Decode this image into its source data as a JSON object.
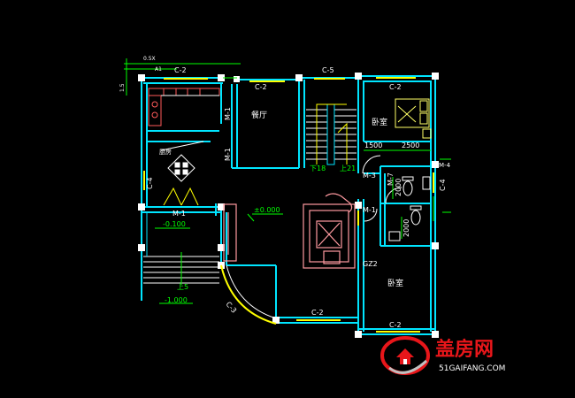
{
  "colors": {
    "background": "#000000",
    "wall": "#00e5ff",
    "window": "#ffff00",
    "dimension": "#00ff00",
    "column": "#ffffff",
    "furniture_red": "#ff5a5a",
    "furniture_pink": "#ff9aa0",
    "text": "#ffffff",
    "logo_red": "#e8161a"
  },
  "labels": {
    "window_c2_top_left": "C-2",
    "window_c2_dining": "C-2",
    "window_c5": "C-5",
    "window_c2_top_right": "C-2",
    "window_c4_left": "C-4",
    "window_c4_right": "C-4",
    "window_c2_bottom_mid": "C-2",
    "window_c2_bottom_right": "C-2",
    "door_m1_upper": "M-1",
    "door_m1_left": "M-1",
    "door_m1_entry": "M-1",
    "door_m3": "M-3",
    "door_m_bath": "M-1",
    "door_m7": "M-7",
    "door_m4": "M-4",
    "dining_room": "餐厅",
    "kitchen": "厨房",
    "bedroom_top": "卧室",
    "bedroom_bottom": "卧室",
    "level_main": "±0.000",
    "level_porch": "-0.100",
    "level_outside": "-1.000",
    "stair_label": "下18",
    "stair_label_2": "上21",
    "dim_1500": "1500",
    "dim_2500": "2500",
    "dim_2000_a": "2000",
    "dim_2000_b": "2000",
    "column_gz2": "GZ2",
    "porch_steps": "上5",
    "arc_label": "C-3",
    "topleft_note_1": "0.5X",
    "topleft_note_2": "A1",
    "topleft_note_3": "1.5"
  },
  "logo": {
    "name": "盖房网",
    "url": "51GAIFANG.COM"
  }
}
